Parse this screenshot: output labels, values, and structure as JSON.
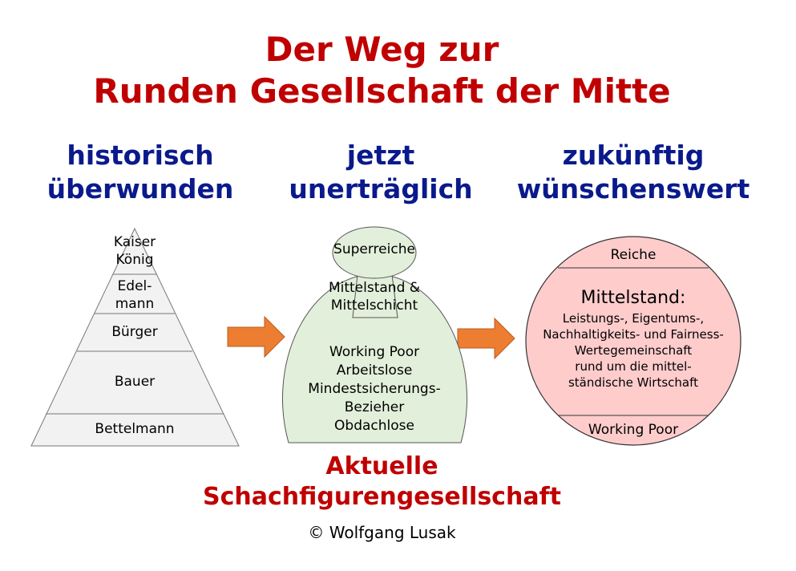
{
  "title": {
    "line1": "Der Weg zur",
    "line2": "Runden Gesellschaft der Mitte"
  },
  "columns": {
    "past": {
      "line1": "historisch",
      "line2": "überwunden"
    },
    "now": {
      "line1": "jetzt",
      "line2": "unerträglich"
    },
    "future": {
      "line1": "zukünftig",
      "line2": "wünschenswert"
    }
  },
  "pyramid": {
    "kaiser_l1": "Kaiser",
    "kaiser_l2": "König",
    "edel_l1": "Edel-",
    "edel_l2": "mann",
    "buerger": "Bürger",
    "bauer": "Bauer",
    "bettelmann": "Bettelmann"
  },
  "chess": {
    "top": "Superreiche",
    "neck_l1": "Mittelstand &",
    "neck_l2": "Mittelschicht",
    "base": [
      "Working Poor",
      "Arbeitslose",
      "Mindestsicherungs-",
      "Bezieher",
      "Obdachlose"
    ]
  },
  "circle": {
    "top": "Reiche",
    "mid_title": "Mittelstand:",
    "mid_lines": [
      "Leistungs-, Eigentums-,",
      "Nachhaltigkeits- und Fairness-",
      "Wertegemeinschaft",
      "rund um die mittel-",
      "ständische Wirtschaft"
    ],
    "bottom": "Working Poor"
  },
  "subtitle": {
    "line1": "Aktuelle",
    "line2": "Schachfigurengesellschaft"
  },
  "copyright": "© Wolfgang Lusak",
  "colors": {
    "title": "#c00000",
    "heading": "#0a1a8c",
    "pyramid_fill": "#f2f2f2",
    "chess_fill": "#e2efda",
    "circle_fill": "#ffcccc",
    "arrow": "#ed7d31"
  }
}
